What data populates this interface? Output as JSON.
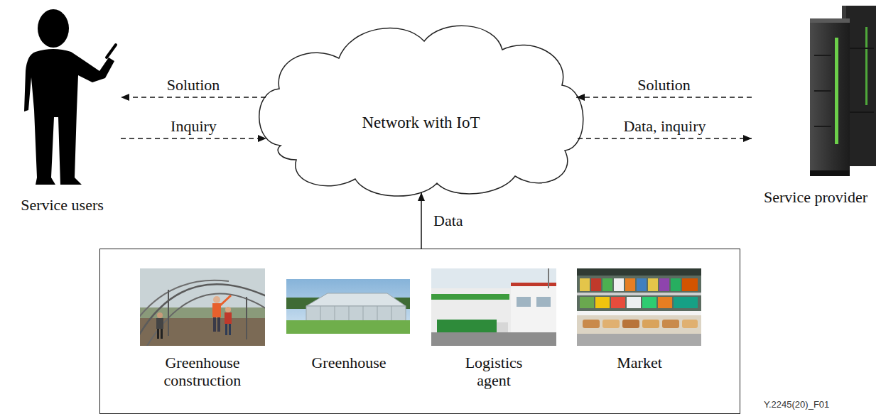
{
  "diagram": {
    "nodes": [
      {
        "text": [
          "Service users"
        ]
      },
      {
        "text": [
          "Network with IoT"
        ]
      },
      {
        "text": [
          "Service provider"
        ]
      },
      {
        "text": []
      },
      {
        "text": [
          "Greenhouse construction"
        ],
        "in": 3
      },
      {
        "text": [
          "Greenhouse"
        ],
        "in": 3
      },
      {
        "text": [
          "Logistics agent"
        ],
        "in": 3
      },
      {
        "text": [
          "Market"
        ],
        "in": 3
      }
    ],
    "edges": [
      {
        "from": 1,
        "to": 0,
        "label": "Solution",
        "arrow": "to"
      },
      {
        "from": 0,
        "to": 1,
        "label": "Inquiry",
        "arrow": "to"
      },
      {
        "from": 2,
        "to": 1,
        "label": "Solution",
        "arrow": "to"
      },
      {
        "from": 1,
        "to": 2,
        "label": "Data, inquiry",
        "arrow": "to"
      },
      {
        "from": 3,
        "to": 1,
        "label": "Data",
        "arrow": "to"
      }
    ],
    "labels": [
      "Y.2245(20)_F01"
    ]
  }
}
